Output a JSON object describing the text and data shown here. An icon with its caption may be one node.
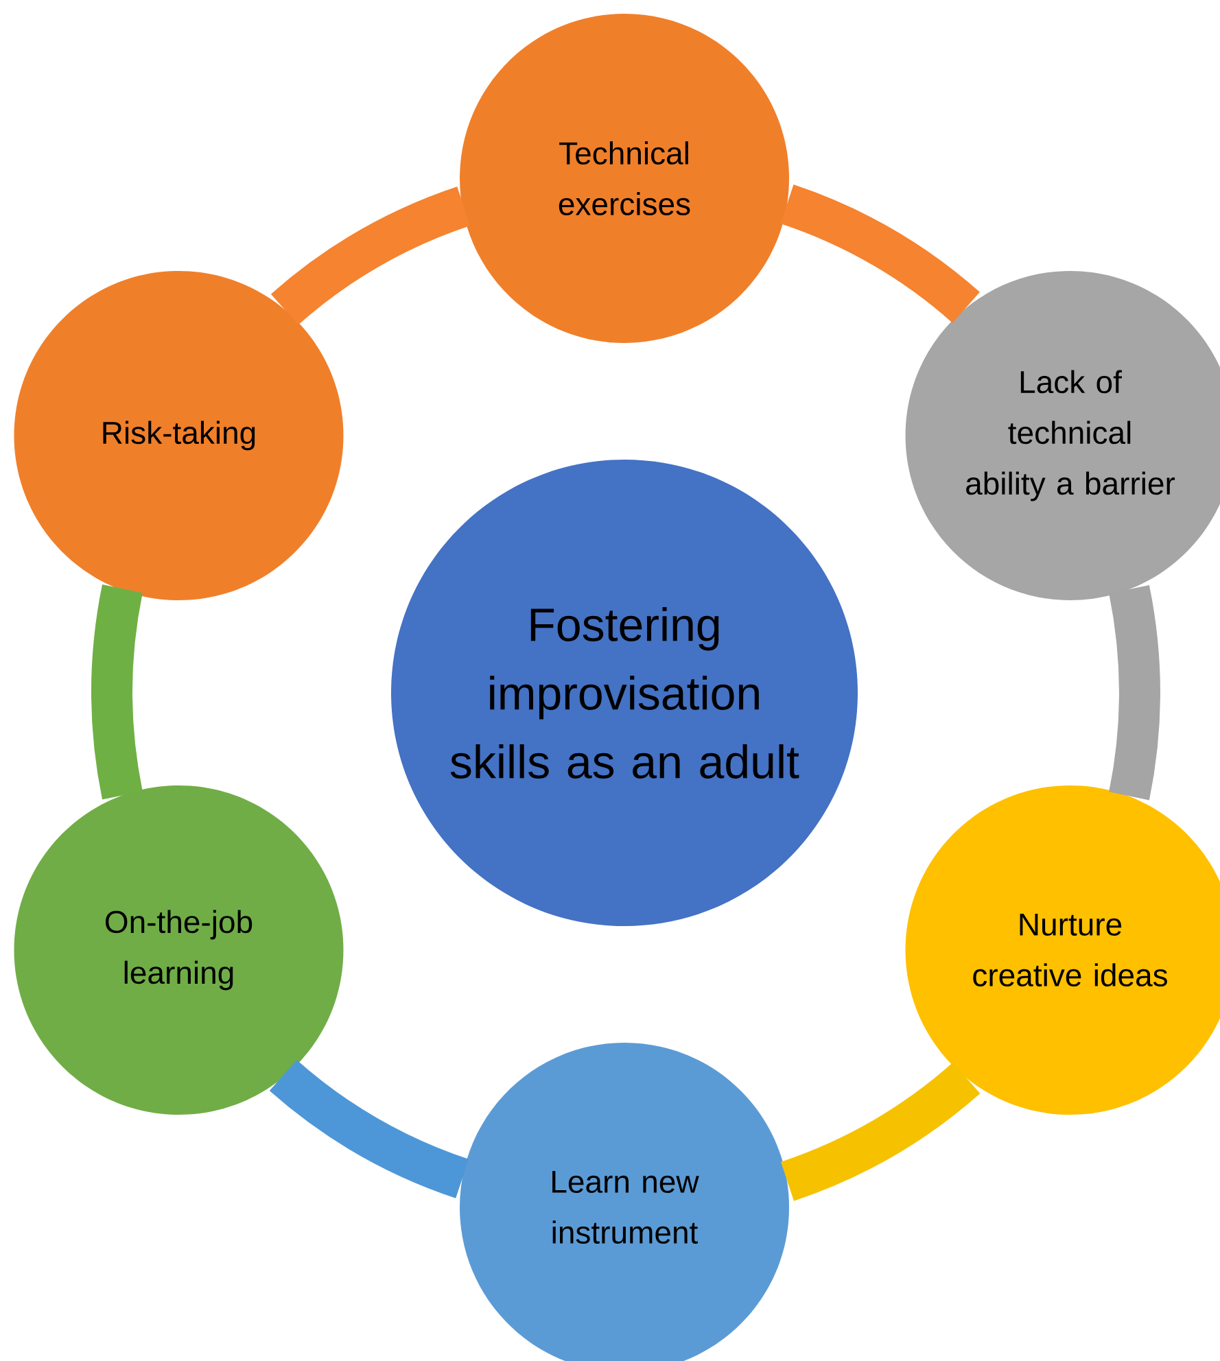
{
  "diagram": {
    "nodes": [
      {
        "text": [
          "Fostering improvisation skills as an adult"
        ]
      },
      {
        "text": [
          "Technical exercises"
        ]
      },
      {
        "text": [
          "Lack of technical ability a barrier"
        ]
      },
      {
        "text": [
          "Nurture creative ideas"
        ]
      },
      {
        "text": [
          "Learn new instrument"
        ]
      },
      {
        "text": [
          "On-the-job learning"
        ]
      },
      {
        "text": [
          "Risk-taking"
        ]
      }
    ],
    "edges": [
      {
        "from": 1,
        "to": 2,
        "arrow": "none",
        "color": "#f5832f"
      },
      {
        "from": 2,
        "to": 3,
        "arrow": "none",
        "color": "#a5a5a5"
      },
      {
        "from": 3,
        "to": 4,
        "arrow": "none",
        "color": "#f6c200"
      },
      {
        "from": 4,
        "to": 5,
        "arrow": "none",
        "color": "#4d97d8"
      },
      {
        "from": 5,
        "to": 6,
        "arrow": "none",
        "color": "#6fb044"
      },
      {
        "from": 6,
        "to": 1,
        "arrow": "none",
        "color": "#f5832f"
      }
    ]
  }
}
